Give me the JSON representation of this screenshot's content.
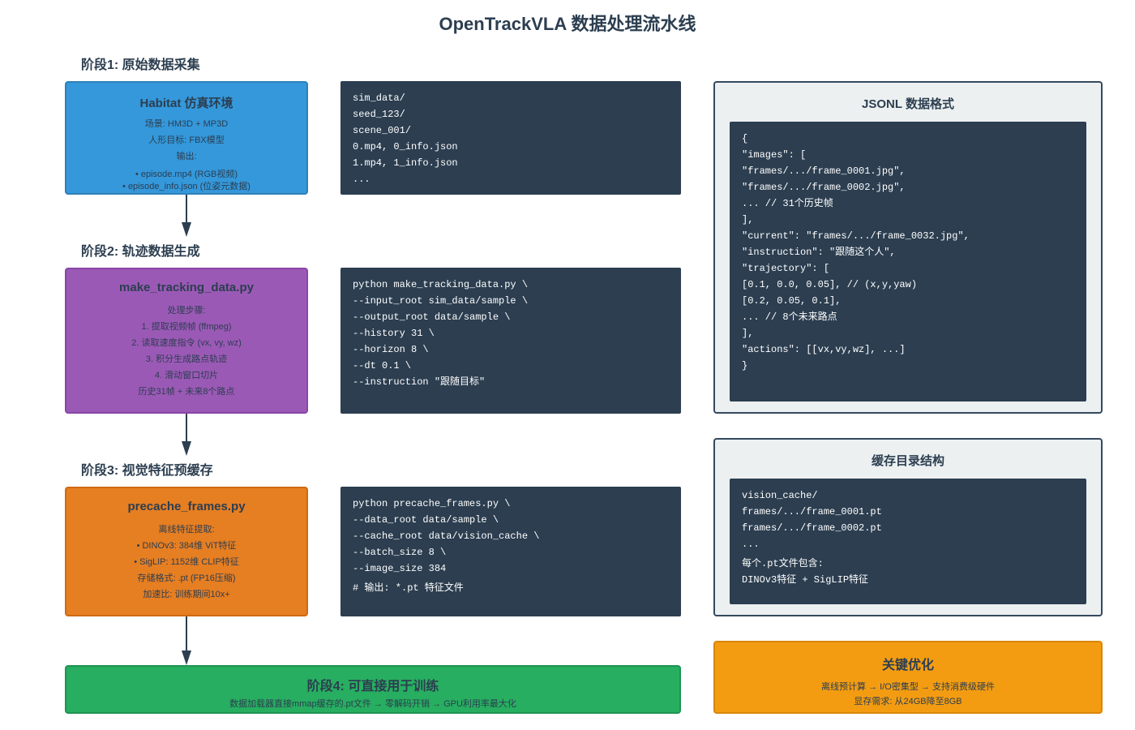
{
  "title": "OpenTrackVLA 数据处理流水线",
  "stage1": {
    "label": "阶段1: 原始数据采集",
    "box_title": "Habitat 仿真环境",
    "box_lines": [
      "场景: HM3D + MP3D",
      "人形目标: FBX模型",
      "输出:",
      "• episode.mp4 (RGB视频)",
      "• episode_info.json (位姿元数据)"
    ],
    "code": [
      "sim_data/",
      "seed_123/",
      "scene_001/",
      "0.mp4, 0_info.json",
      "1.mp4, 1_info.json",
      "..."
    ]
  },
  "stage2": {
    "label": "阶段2: 轨迹数据生成",
    "box_title": "make_tracking_data.py",
    "box_lines": [
      "处理步骤:",
      "1. 提取视频帧 (ffmpeg)",
      "2. 读取速度指令 (vx, vy, wz)",
      "3. 积分生成路点轨迹",
      "4. 滑动窗口切片",
      "历史31帧 + 未来8个路点"
    ],
    "code": [
      "python make_tracking_data.py \\",
      "--input_root sim_data/sample \\",
      "--output_root data/sample \\",
      "--history 31 \\",
      "--horizon 8 \\",
      "--dt 0.1 \\",
      "--instruction \"跟随目标\""
    ]
  },
  "stage3": {
    "label": "阶段3: 视觉特征预缓存",
    "box_title": "precache_frames.py",
    "box_lines": [
      "离线特征提取:",
      "• DINOv3: 384维 ViT特征",
      "• SigLIP: 1152维 CLIP特征",
      "存储格式: .pt (FP16压缩)",
      "加速比: 训练期间10x+"
    ],
    "code": [
      "python precache_frames.py \\",
      "--data_root data/sample \\",
      "--cache_root data/vision_cache \\",
      "--batch_size 8 \\",
      "--image_size 384"
    ],
    "code_note": "# 输出: *.pt 特征文件"
  },
  "stage4": {
    "title": "阶段4: 可直接用于训练",
    "desc": "数据加载器直接mmap缓存的.pt文件 → 零解码开销 → GPU利用率最大化"
  },
  "jsonl_panel": {
    "title": "JSONL 数据格式",
    "code": [
      "{",
      "\"images\": [",
      "\"frames/.../frame_0001.jpg\",",
      "\"frames/.../frame_0002.jpg\",",
      "... // 31个历史帧",
      "],",
      "\"current\": \"frames/.../frame_0032.jpg\",",
      "\"instruction\": \"跟随这个人\",",
      "\"trajectory\": [",
      "[0.1, 0.0, 0.05], // (x,y,yaw)",
      "[0.2, 0.05, 0.1],",
      "... // 8个未来路点",
      "],",
      "\"actions\": [[vx,vy,wz], ...]",
      "}"
    ]
  },
  "cache_panel": {
    "title": "缓存目录结构",
    "code": [
      "vision_cache/",
      "frames/.../frame_0001.pt",
      "frames/.../frame_0002.pt",
      "..."
    ],
    "note": [
      "每个.pt文件包含:",
      "DINOv3特征 + SigLIP特征"
    ]
  },
  "optimization": {
    "title": "关键优化",
    "lines": [
      "离线预计算 → I/O密集型 → 支持消费级硬件",
      "显存需求: 从24GB降至8GB"
    ]
  },
  "colors": {
    "stage1": "#3498db",
    "stage2": "#9b59b6",
    "stage3": "#e67e22",
    "stage4": "#27ae60",
    "optimization": "#f39c12",
    "code_bg": "#2c3e50",
    "panel_bg": "#ecf0f1"
  }
}
